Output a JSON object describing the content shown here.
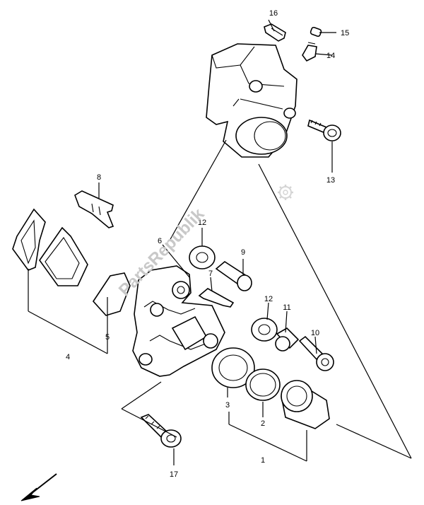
{
  "callouts": [
    {
      "id": "1",
      "label": "1"
    },
    {
      "id": "2",
      "label": "2"
    },
    {
      "id": "3",
      "label": "3"
    },
    {
      "id": "4",
      "label": "4"
    },
    {
      "id": "5",
      "label": "5"
    },
    {
      "id": "6",
      "label": "6"
    },
    {
      "id": "7",
      "label": "7"
    },
    {
      "id": "8",
      "label": "8"
    },
    {
      "id": "9",
      "label": "9"
    },
    {
      "id": "10",
      "label": "10"
    },
    {
      "id": "11",
      "label": "11"
    },
    {
      "id": "12a",
      "label": "12"
    },
    {
      "id": "12b",
      "label": "12"
    },
    {
      "id": "13",
      "label": "13"
    },
    {
      "id": "14",
      "label": "14"
    },
    {
      "id": "15",
      "label": "15"
    },
    {
      "id": "16",
      "label": "16"
    },
    {
      "id": "17",
      "label": "17"
    }
  ],
  "watermark": "PartsRepublik",
  "icons": {
    "direction": "front-arrow-icon",
    "logo": "gear-icon"
  }
}
